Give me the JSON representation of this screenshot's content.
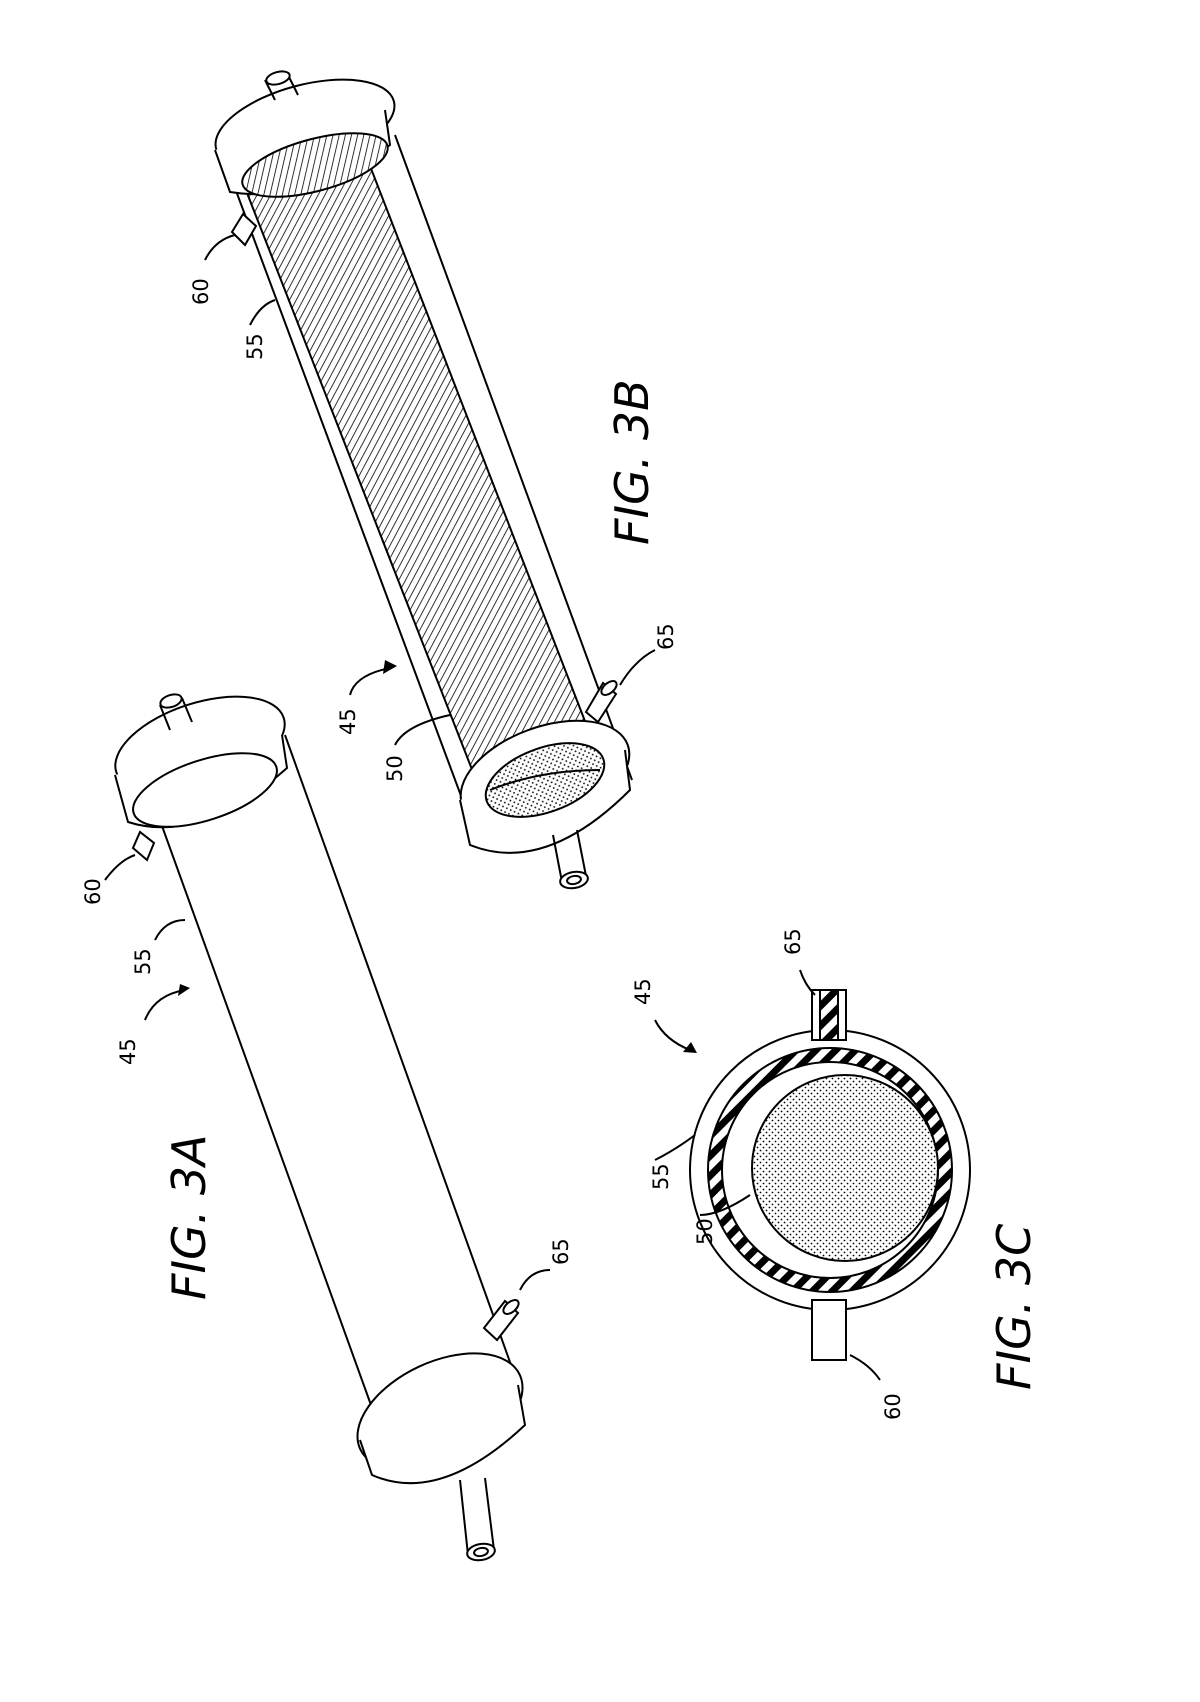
{
  "figures": [
    {
      "id": "3A",
      "caption": "FIG.  3A",
      "labels": {
        "assembly": "45",
        "housing": "55",
        "port_top": "60",
        "port_bottom": "65"
      }
    },
    {
      "id": "3B",
      "caption": "FIG.  3B",
      "labels": {
        "assembly": "45",
        "housing": "55",
        "port_top": "60",
        "fiber_bundle": "50",
        "port_bottom": "65"
      }
    },
    {
      "id": "3C",
      "caption": "FIG.  3C",
      "labels": {
        "assembly": "45",
        "port_top": "65",
        "housing": "55",
        "fiber_bundle": "50",
        "port_bottom": "60"
      }
    }
  ],
  "colors": {
    "ink": "#000000",
    "paper": "#ffffff"
  }
}
